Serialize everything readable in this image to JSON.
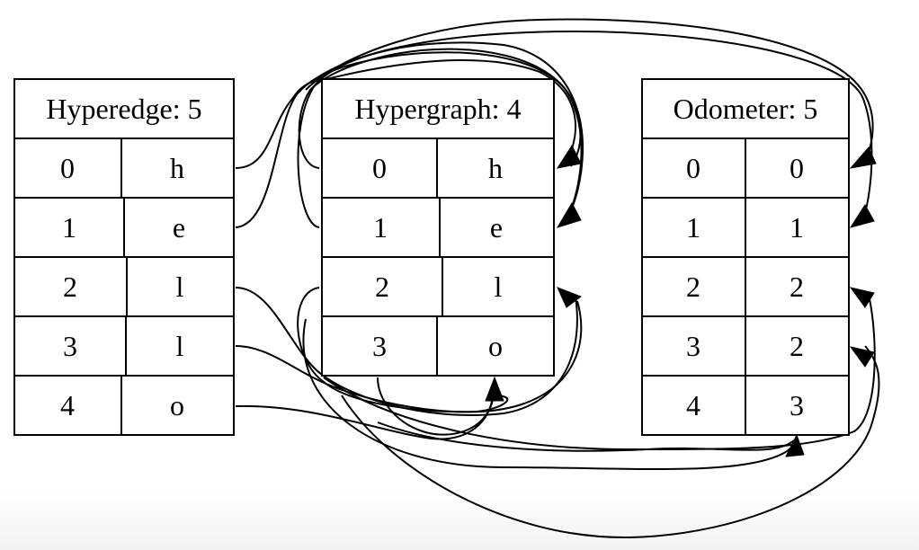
{
  "nodes": [
    {
      "id": "hyperedge",
      "title": "Hyperedge: 5",
      "rows": [
        {
          "index": "0",
          "value": "h"
        },
        {
          "index": "1",
          "value": "e"
        },
        {
          "index": "2",
          "value": "l"
        },
        {
          "index": "3",
          "value": "l"
        },
        {
          "index": "4",
          "value": "o"
        }
      ]
    },
    {
      "id": "hypergraph",
      "title": "Hypergraph: 4",
      "rows": [
        {
          "index": "0",
          "value": "h"
        },
        {
          "index": "1",
          "value": "e"
        },
        {
          "index": "2",
          "value": "l"
        },
        {
          "index": "3",
          "value": "o"
        }
      ]
    },
    {
      "id": "odometer",
      "title": "Odometer: 5",
      "rows": [
        {
          "index": "0",
          "value": "0"
        },
        {
          "index": "1",
          "value": "1"
        },
        {
          "index": "2",
          "value": "2"
        },
        {
          "index": "3",
          "value": "2"
        },
        {
          "index": "4",
          "value": "3"
        }
      ]
    }
  ],
  "edges": [
    {
      "from": "hyperedge.0",
      "to": "hypergraph.0"
    },
    {
      "from": "hyperedge.1",
      "to": "hypergraph.1"
    },
    {
      "from": "hyperedge.2",
      "to": "hypergraph.2"
    },
    {
      "from": "hyperedge.3",
      "to": "hypergraph.2"
    },
    {
      "from": "hyperedge.4",
      "to": "hypergraph.3"
    },
    {
      "from": "hyperedge.0",
      "to": "odometer.0"
    },
    {
      "from": "hyperedge.1",
      "to": "odometer.1"
    },
    {
      "from": "hyperedge.2",
      "to": "odometer.2"
    },
    {
      "from": "hyperedge.3",
      "to": "odometer.3"
    },
    {
      "from": "hyperedge.4",
      "to": "odometer.4"
    },
    {
      "from": "hypergraph.0",
      "to": "odometer.0"
    },
    {
      "from": "hypergraph.1",
      "to": "odometer.1"
    },
    {
      "from": "hypergraph.2",
      "to": "odometer.2"
    },
    {
      "from": "hypergraph.3",
      "to": "odometer.3"
    }
  ]
}
